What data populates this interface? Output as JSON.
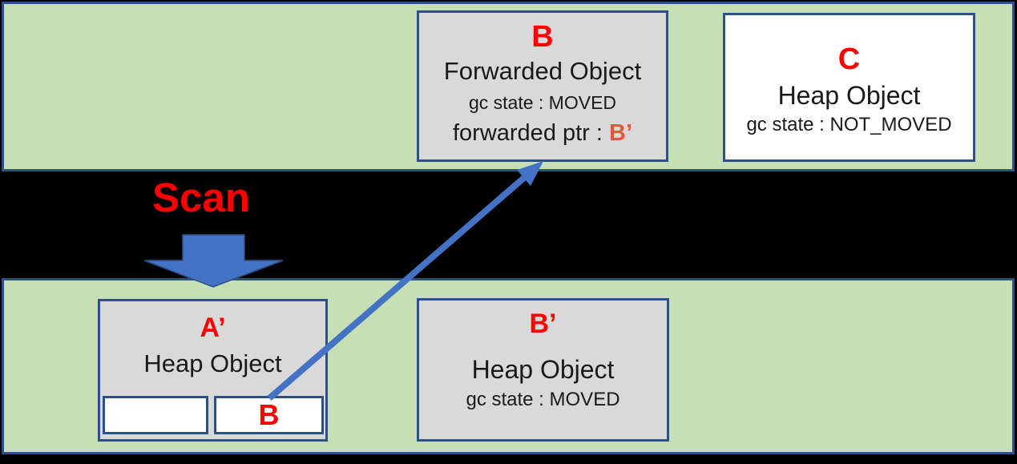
{
  "labels": {
    "scan": "Scan"
  },
  "boxes": {
    "b": {
      "title": "B",
      "type_label": "Forwarded Object",
      "gc_state": "gc state : MOVED",
      "fwd_prefix": "forwarded ptr : ",
      "fwd_value": "B’"
    },
    "c": {
      "title": "C",
      "type_label": "Heap Object",
      "gc_state": "gc state : NOT_MOVED"
    },
    "a_prime": {
      "title": "A’",
      "type_label": "Heap Object",
      "slot1_value": "",
      "slot2_value": "B"
    },
    "b_prime": {
      "title": "B’",
      "type_label": "Heap Object",
      "gc_state": "gc state : MOVED"
    }
  },
  "icons": {
    "scan_arrow": "block-down-arrow",
    "reference_arrow": "diagonal-up-right-arrow"
  },
  "colors": {
    "background": "#000000",
    "band_fill": "#C6DFB5",
    "border_navy": "#2D5186",
    "box_gray": "#D9D9D9",
    "box_white": "#FFFFFF",
    "accent_red": "#FF0000",
    "forward_ptr_coral": "#E8543C",
    "arrow_blue": "#4472C4"
  }
}
